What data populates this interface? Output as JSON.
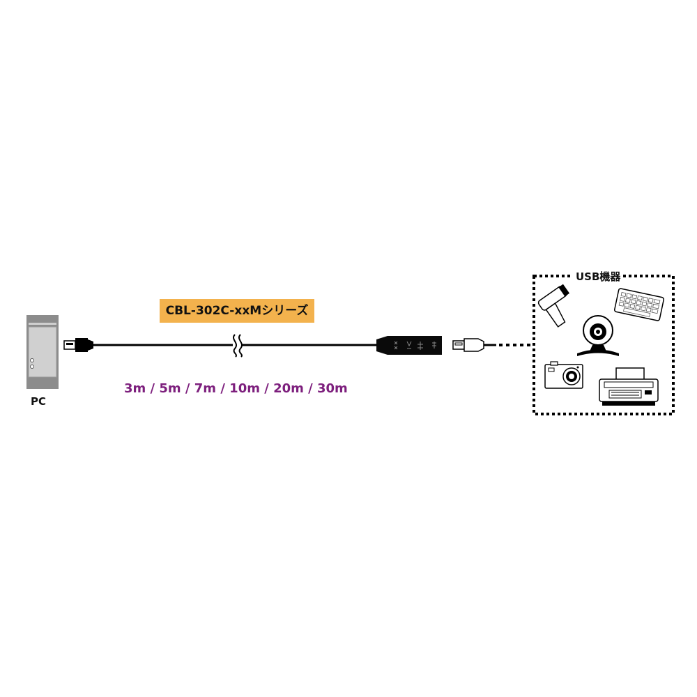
{
  "diagram": {
    "pc_label": "PC",
    "model_label": "CBL-302C-xxMシリーズ",
    "length_options": "3m / 5m / 7m / 10m / 20m / 30m",
    "usb_devices_label": "USB機器",
    "colors": {
      "badge": "#f3b24d",
      "length_text": "#7d1f7d",
      "pc_body": "#8c8c8c",
      "cable": "#000000"
    },
    "icons": [
      "pc-tower-icon",
      "usb-a-plug-icon",
      "active-repeater-icon",
      "usb-plug-icon",
      "barcode-scanner-icon",
      "keyboard-icon",
      "webcam-icon",
      "digital-camera-icon",
      "printer-icon"
    ]
  }
}
